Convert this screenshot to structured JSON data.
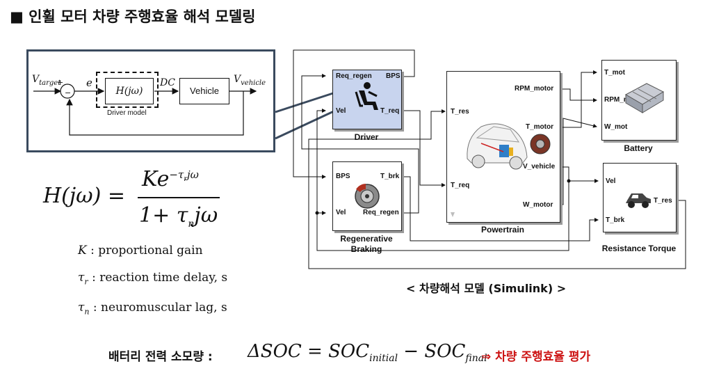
{
  "title": "■ 인휠 모터 차량 주행효율 해석 모델링",
  "control_diagram": {
    "v_target": "target",
    "v_vehicle": "vehicle",
    "e": "e",
    "h_block": "H(jω)",
    "dc": "DC",
    "vehicle_block": "Vehicle",
    "driver_model": "Driver model",
    "plus": "+",
    "minus": "−"
  },
  "transfer_function": {
    "lhs": "H(jω) =",
    "numerator": "Ke",
    "exponent": "−τ",
    "exponent_sub": "r",
    "exponent_tail": "jω",
    "denominator": "1+ τ",
    "denominator_sub": "n",
    "denominator_tail": "jω"
  },
  "legend": [
    {
      "symbol": "K",
      "sub": "",
      "text": " : proportional gain"
    },
    {
      "symbol": "τ",
      "sub": "r",
      "text": " : reaction time delay, s"
    },
    {
      "symbol": "τ",
      "sub": "n",
      "text": " : neuromuscular lag, s"
    }
  ],
  "simulink": {
    "driver": {
      "label": "Driver",
      "in1": "Req_regen",
      "in2": "Vel",
      "out1": "BPS",
      "out2": "T_req"
    },
    "regen": {
      "label": "Regenerative\nBraking",
      "label1": "Regenerative",
      "label2": "Braking",
      "in1": "BPS",
      "in2": "Vel",
      "out1": "T_brk",
      "out2": "Req_regen"
    },
    "powertrain": {
      "label": "Powertrain",
      "in1": "T_res",
      "in2": "T_req",
      "out1": "RPM_motor",
      "out2": "T_motor",
      "out3": "V_vehicle",
      "out4": "W_motor"
    },
    "battery": {
      "label": "Battery",
      "in1": "T_mot",
      "in2": "RPM_mot",
      "in3": "W_mot"
    },
    "resistance": {
      "label": "Resistance Torque",
      "in1": "Vel",
      "in2": "T_brk",
      "out1": "T_res"
    },
    "caption": "< 차량해석 모델 (Simulink) >"
  },
  "bottom": {
    "label": "배터리 전력 소모량 :",
    "delta": "ΔSOC = SOC",
    "sub1": "initial",
    "minus": " − SOC",
    "sub2": "final",
    "result": "⇒ 차량 주행효율 평가"
  }
}
